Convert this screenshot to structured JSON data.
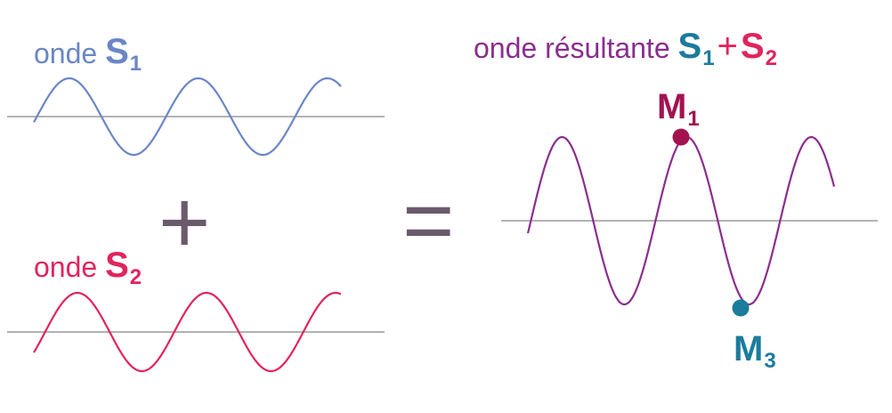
{
  "wave_s1": {
    "word": "onde",
    "symbol": "S",
    "sub": "1",
    "color": "#6a86c7"
  },
  "wave_s2": {
    "word": "onde",
    "symbol": "S",
    "sub": "2",
    "color": "#e0245e"
  },
  "result": {
    "word": "onde résultante",
    "sym1": "S",
    "sub1": "1",
    "plus": "+",
    "sym2": "S",
    "sub2": "2",
    "color": "#8a2e8e",
    "s1_color": "#1b7c9c",
    "s2_color": "#e0245e"
  },
  "operators": {
    "plus": "+",
    "equals": "="
  },
  "points": {
    "m1": {
      "symbol": "M",
      "sub": "1",
      "color": "#a3124f"
    },
    "m3": {
      "symbol": "M",
      "sub": "3",
      "color": "#1b7c9c"
    }
  },
  "colors": {
    "axis": "#9a9a9a",
    "operator": "#6b5a6b",
    "result_wave": "#8a2e8e"
  }
}
